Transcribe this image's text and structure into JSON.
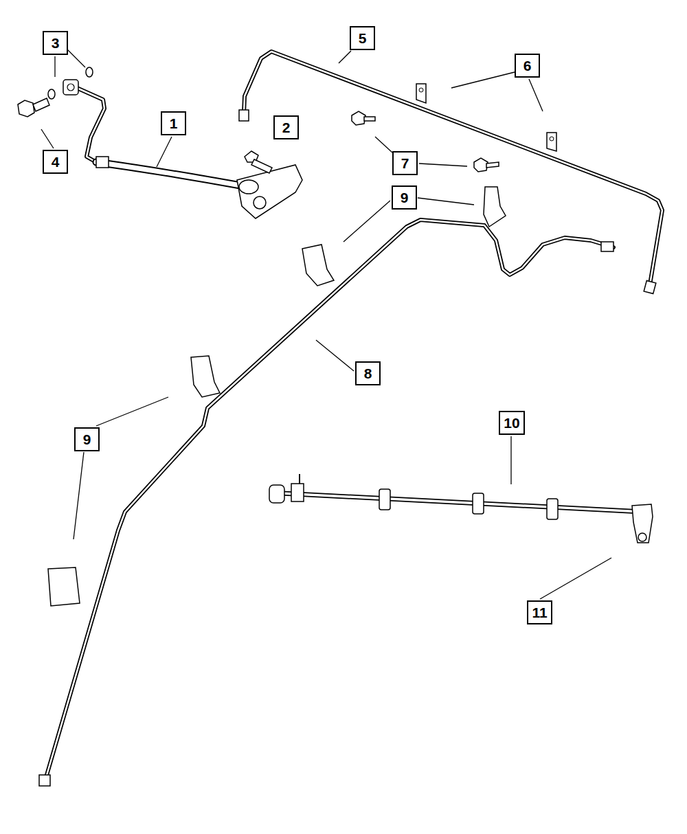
{
  "diagram": {
    "nodes": [
      {
        "text": [
          "5"
        ]
      },
      {
        "text": [
          "3"
        ]
      },
      {
        "text": [
          "6"
        ]
      },
      {
        "text": [
          "1"
        ]
      },
      {
        "text": [
          "2"
        ]
      },
      {
        "text": [
          "4"
        ]
      },
      {
        "text": [
          "7"
        ]
      },
      {
        "text": [
          "9"
        ]
      },
      {
        "text": [
          "8"
        ]
      },
      {
        "text": [
          "10"
        ]
      },
      {
        "text": [
          "9"
        ]
      },
      {
        "text": [
          "11"
        ]
      }
    ],
    "edges": []
  }
}
